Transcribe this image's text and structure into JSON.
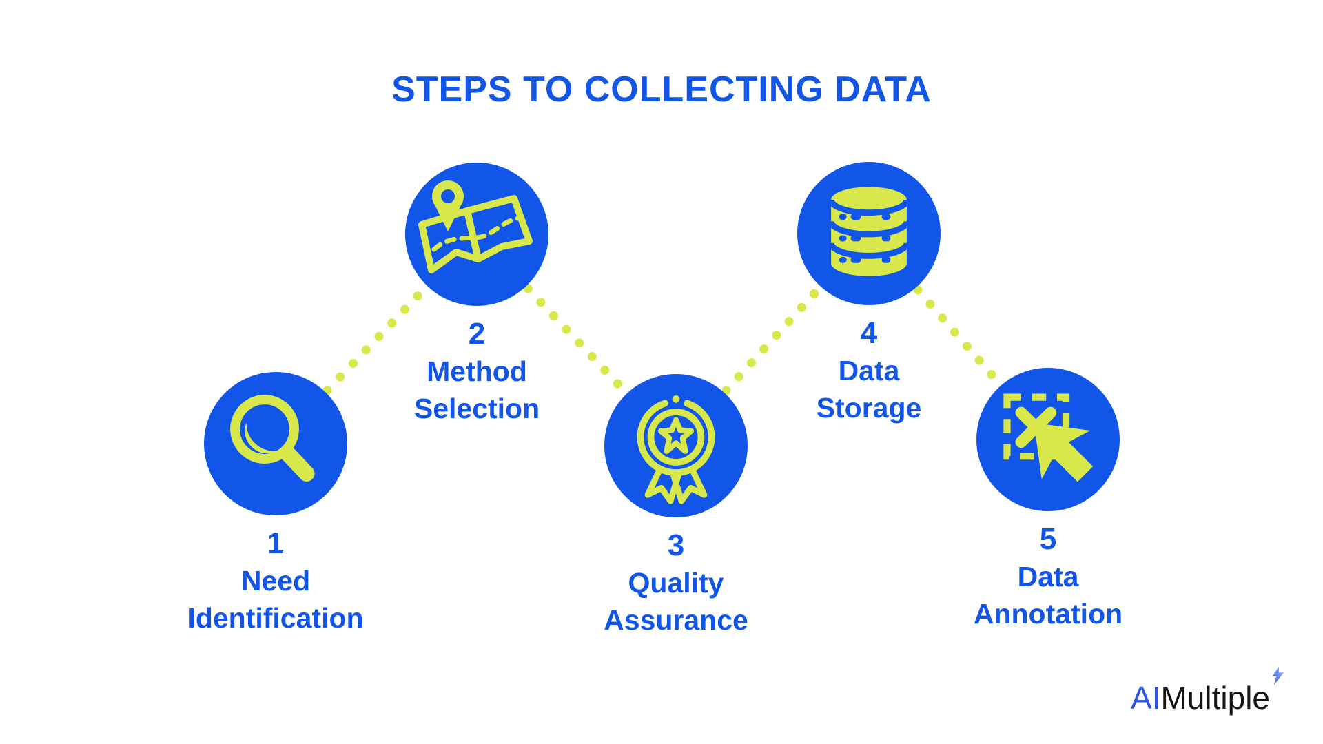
{
  "title": "STEPS TO COLLECTING DATA",
  "colors": {
    "blue": "#1155E9",
    "yellow": "#D8E84A",
    "logo_blue": "#2B54E8",
    "logo_dark": "#141414",
    "background": "#FFFFFF"
  },
  "steps": [
    {
      "number": "1",
      "label_lines": [
        "Need",
        "Identification"
      ],
      "icon": "magnifier-search-icon"
    },
    {
      "number": "2",
      "label_lines": [
        "Method",
        "Selection"
      ],
      "icon": "map-location-icon"
    },
    {
      "number": "3",
      "label_lines": [
        "Quality",
        "Assurance"
      ],
      "icon": "medal-award-icon"
    },
    {
      "number": "4",
      "label_lines": [
        "Data",
        "Storage"
      ],
      "icon": "database-icon"
    },
    {
      "number": "5",
      "label_lines": [
        "Data",
        "Annotation"
      ],
      "icon": "annotation-cursor-icon"
    }
  ],
  "logo": {
    "ai": "AI",
    "multiple": "Multiple"
  }
}
